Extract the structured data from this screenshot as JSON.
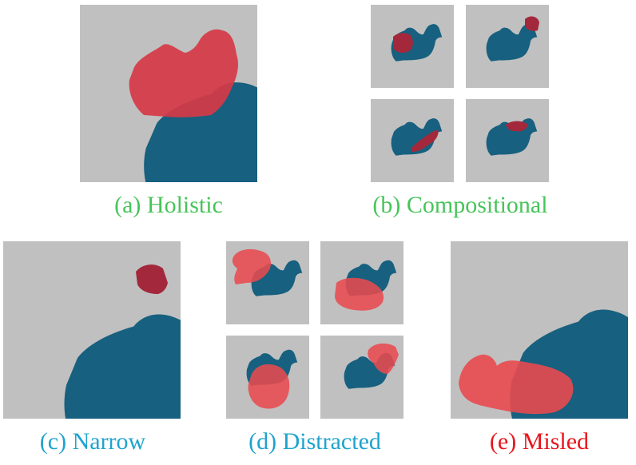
{
  "colors": {
    "object": "#17607f",
    "mask": "#e84a4f",
    "mask_dark": "#a3283b",
    "panel_bg": "#c0c0c0",
    "caption_green": "#47c45a",
    "caption_blue": "#1fa3cf",
    "caption_red": "#e8151b"
  },
  "captions": {
    "a": "(a) Holistic",
    "b": "(b) Compositional",
    "c": "(c) Narrow",
    "d": "(d) Distracted",
    "e": "(e) Misled"
  }
}
